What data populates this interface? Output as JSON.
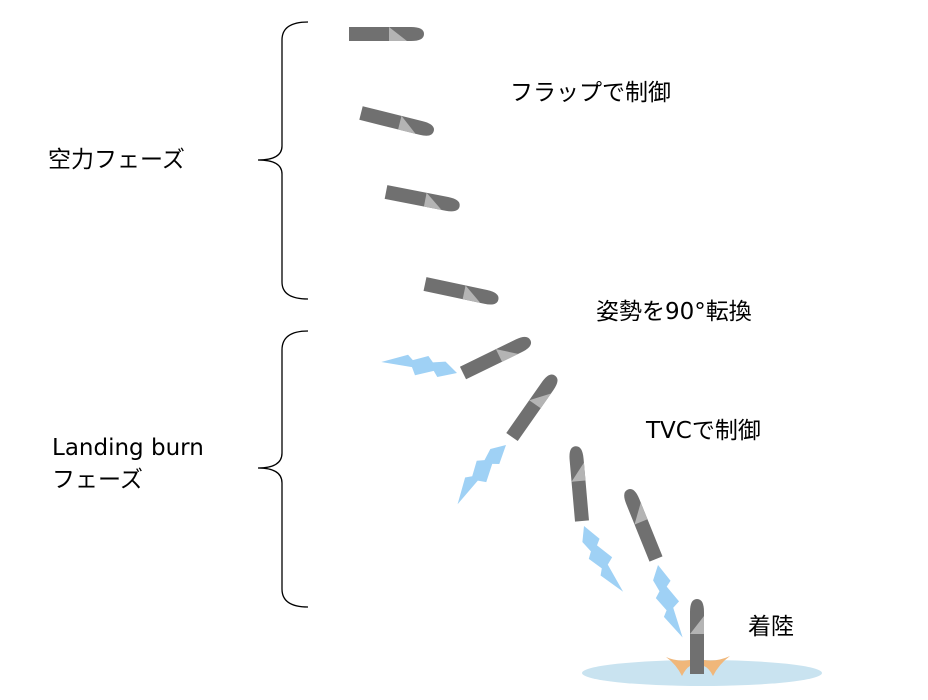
{
  "phases": {
    "aero": {
      "label": "空力フェーズ"
    },
    "landing_burn": {
      "line1": "Landing burn",
      "line2": "フェーズ"
    }
  },
  "annotations": {
    "flap_control": "フラップで制御",
    "attitude_turn": "姿勢を90°転換",
    "tvc_control": "TVCで制御",
    "landing": "着陸"
  },
  "colors": {
    "rocket_body": "#707070",
    "rocket_highlight": "#b4b4b4",
    "exhaust": "#9fd1f5",
    "landing_pad": "#c9e3f0",
    "landing_legs": "#f0b77a",
    "bracket": "#000000"
  }
}
